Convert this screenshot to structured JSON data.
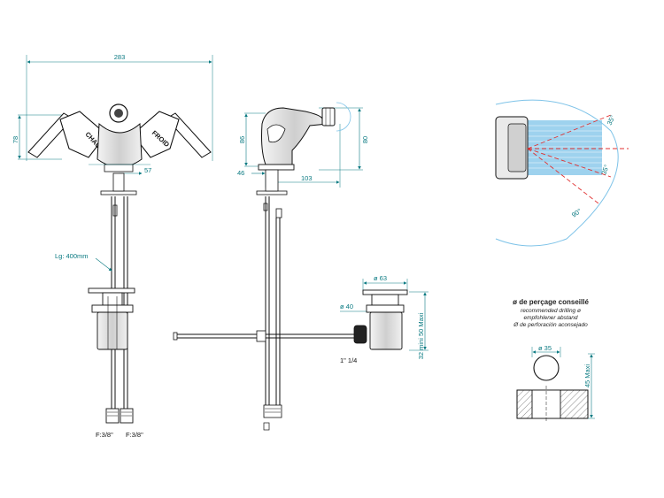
{
  "front_view": {
    "width_dim": "283",
    "height_dim": "78",
    "offset_dim": "57",
    "hose_length": "Lg: 400mm",
    "connector_left": "F:3/8\"",
    "connector_right": "F:3/8\"",
    "handle_left_text": "CHAUD",
    "handle_right_text": "FROID"
  },
  "side_view": {
    "height_dim": "86",
    "total_height_dim": "80",
    "base_dim": "46",
    "reach_dim": "103"
  },
  "waste_view": {
    "flange_dia": "ø 63",
    "body_dia": "ø 40",
    "thread": "1\" 1/4",
    "thickness_range": "32 mini 50 Maxi"
  },
  "spray_detail": {
    "angle_1": "35°",
    "angle_2": "35°",
    "angle_3": "90°"
  },
  "drilling": {
    "title": "ø de perçage conseillé",
    "line_en": "recommended drilling ø",
    "line_de": "empfohlener abstand",
    "line_es": "Ø de perforación aconsejado",
    "hole_dia": "ø 35",
    "max_thickness": "45 Maxi"
  },
  "colors": {
    "dimension": "#0a7a82",
    "line": "#111111",
    "spray": "#7ec3e8",
    "red_axis": "#e03030"
  }
}
